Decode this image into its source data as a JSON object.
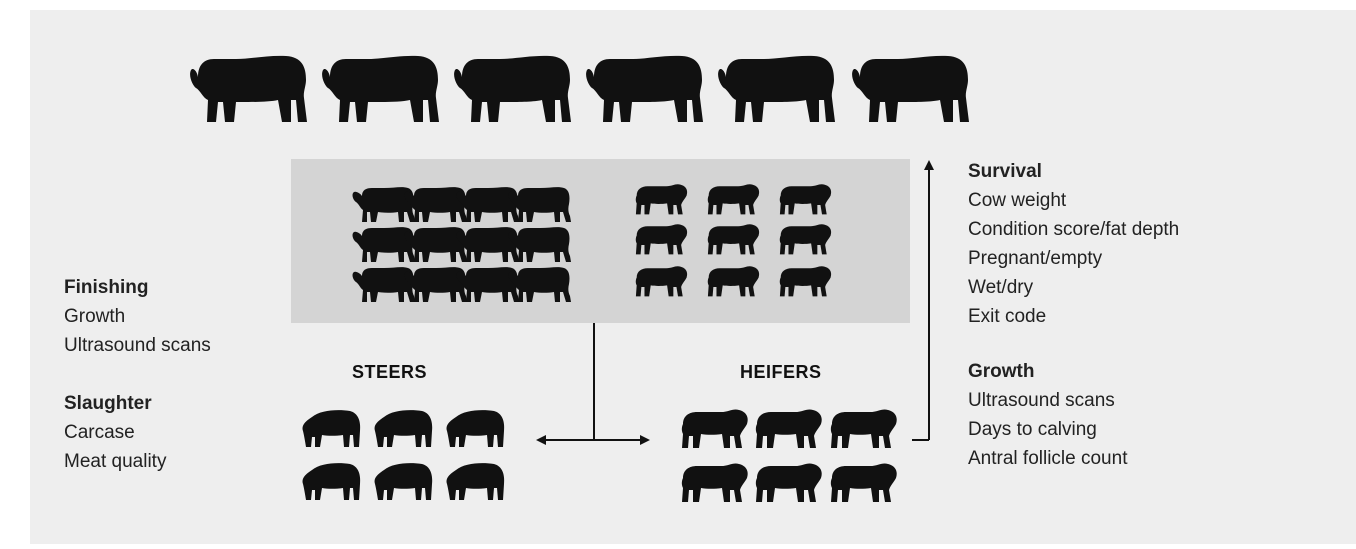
{
  "colors": {
    "background": "#eeeeee",
    "herd_box": "#d4d4d4",
    "silhouette": "#111111",
    "text": "#222222"
  },
  "icons": {
    "bull": "bull-icon",
    "cow": "cow-icon",
    "grazing_steer": "grazing-steer-icon",
    "heifer": "heifer-icon"
  },
  "groups": {
    "steers": "STEERS",
    "heifers": "HEIFERS"
  },
  "left_traits": [
    {
      "heading": "Finishing",
      "items": [
        "Growth",
        "Ultrasound scans"
      ]
    },
    {
      "heading": "Slaughter",
      "items": [
        "Carcase",
        "Meat quality"
      ]
    }
  ],
  "right_traits": [
    {
      "heading": "Survival",
      "items": [
        "Cow weight",
        "Condition score/fat depth",
        "Pregnant/empty",
        "Wet/dry",
        "Exit code"
      ]
    },
    {
      "heading": "Growth",
      "items": [
        "Ultrasound scans",
        "Days to calving",
        "Antral follicle count"
      ]
    }
  ]
}
